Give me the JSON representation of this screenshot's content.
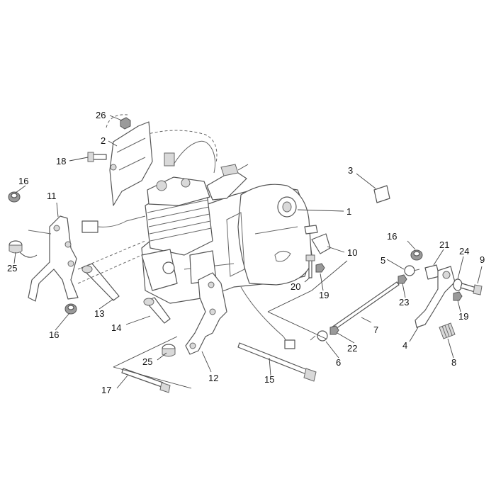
{
  "diagram": {
    "callouts": [
      "1",
      "2",
      "3",
      "4",
      "5",
      "6",
      "7",
      "8",
      "9",
      "10",
      "11",
      "12",
      "13",
      "14",
      "15",
      "16",
      "16",
      "16",
      "17",
      "18",
      "19",
      "19",
      "20",
      "21",
      "22",
      "23",
      "24",
      "25",
      "25",
      "26"
    ]
  },
  "colors": {
    "line": "#555555",
    "shade": "#d9d9d9",
    "text": "#111111"
  }
}
